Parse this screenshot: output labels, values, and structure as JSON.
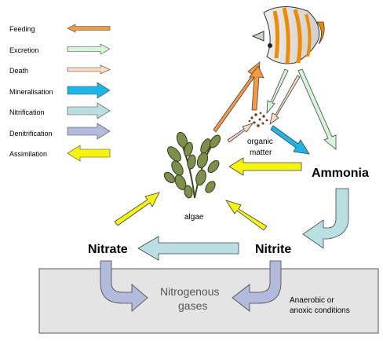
{
  "legend": [
    {
      "label": "Feeding",
      "color": "#f59a3e"
    },
    {
      "label": "Excretion",
      "color": "#d6f5d6"
    },
    {
      "label": "Death",
      "color": "#fcd9bf"
    },
    {
      "label": "Mineralisation",
      "color": "#1ab8e8"
    },
    {
      "label": "Nitrification",
      "color": "#b9dfe0"
    },
    {
      "label": "Denitrification",
      "color": "#b3bbdd"
    },
    {
      "label": "Assimilation",
      "color": "#f5f50a"
    }
  ],
  "nodes": {
    "ammonia": "Ammonia",
    "nitrate": "Nitrate",
    "nitrite": "Nitrite",
    "algae": "algae",
    "organic_line1": "organic",
    "organic_line2": "matter",
    "gases_line1": "Nitrogenous",
    "gases_line2": "gases",
    "conditions_line1": "Anaerobic or",
    "conditions_line2": "anoxic conditions"
  },
  "icons": {
    "fish": "butterflyfish-icon",
    "algae": "seaweed-icon",
    "organic": "detritus-particles-icon"
  }
}
